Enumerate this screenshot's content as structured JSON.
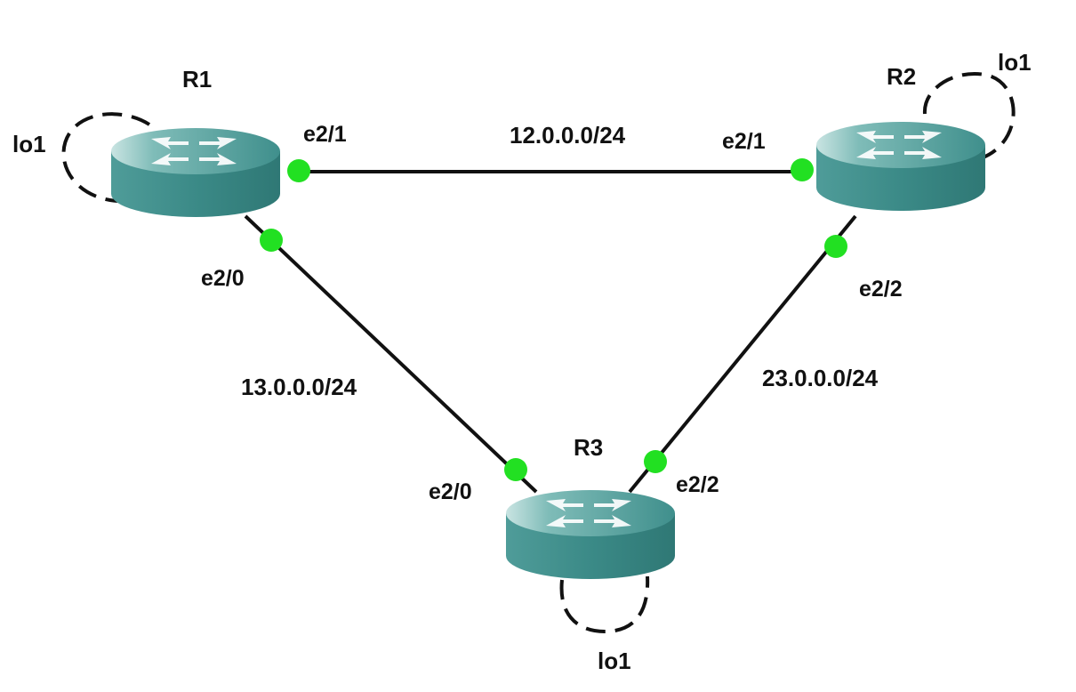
{
  "diagram": {
    "colors": {
      "router_body": "#3e8c8c",
      "router_top": "#6fb3b0",
      "port": "#22e022",
      "link": "#111111",
      "background": "#ffffff"
    },
    "routers": [
      {
        "id": "R1",
        "name": "R1",
        "icon": "router-icon",
        "loopback": "lo1"
      },
      {
        "id": "R2",
        "name": "R2",
        "icon": "router-icon",
        "loopback": "lo1"
      },
      {
        "id": "R3",
        "name": "R3",
        "icon": "router-icon",
        "loopback": "lo1"
      }
    ],
    "links": [
      {
        "id": "R1-R2",
        "subnet": "12.0.0.0/24",
        "a_router": "R1",
        "a_if": "e2/1",
        "b_router": "R2",
        "b_if": "e2/1"
      },
      {
        "id": "R1-R3",
        "subnet": "13.0.0.0/24",
        "a_router": "R1",
        "a_if": "e2/0",
        "b_router": "R3",
        "b_if": "e2/0"
      },
      {
        "id": "R2-R3",
        "subnet": "23.0.0.0/24",
        "a_router": "R2",
        "a_if": "e2/2",
        "b_router": "R3",
        "b_if": "e2/2"
      }
    ]
  }
}
